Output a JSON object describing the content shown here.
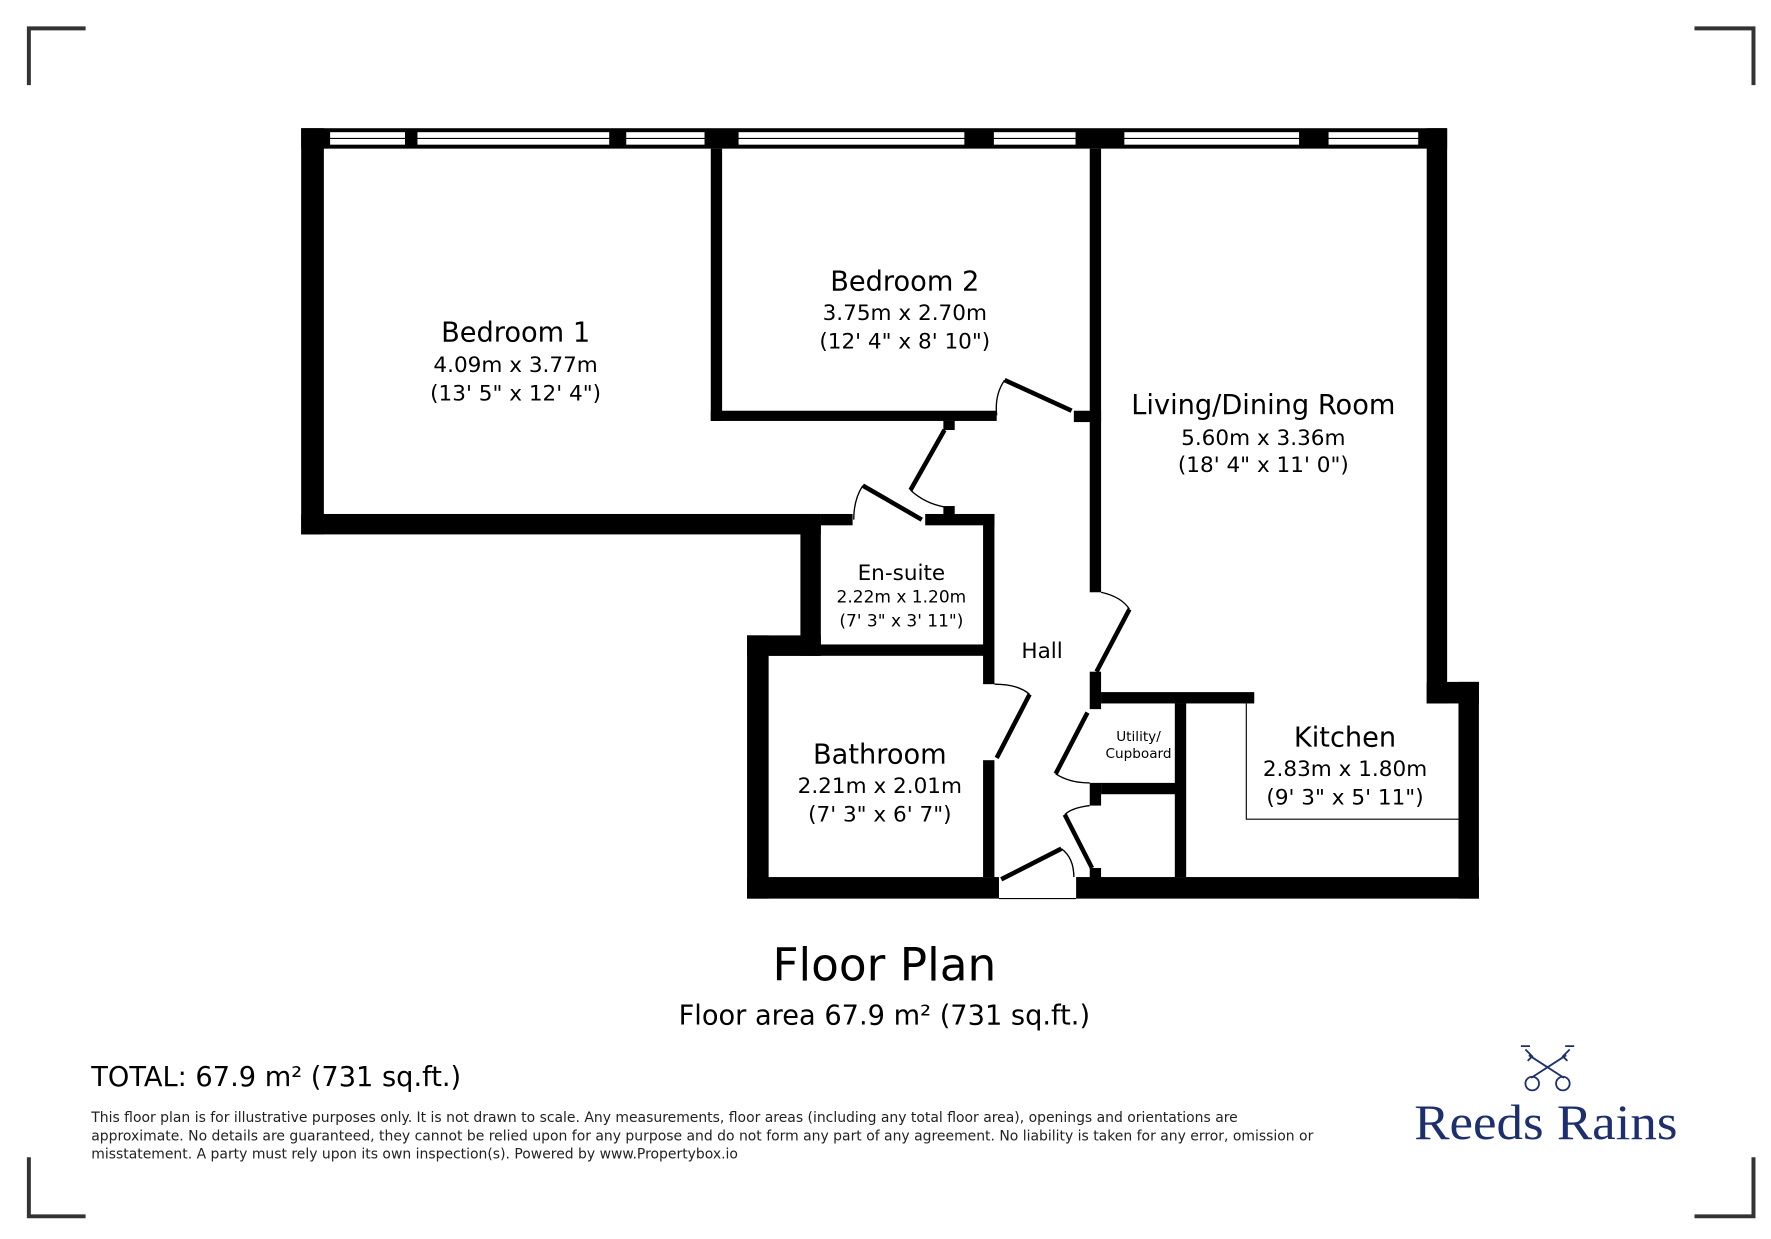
{
  "rooms": {
    "bedroom1": {
      "name": "Bedroom 1",
      "metric": "4.09m x 3.77m",
      "imperial": "(13' 5\" x 12' 4\")"
    },
    "bedroom2": {
      "name": "Bedroom 2",
      "metric": "3.75m x 2.70m",
      "imperial": "(12' 4\" x 8' 10\")"
    },
    "living": {
      "name": "Living/Dining Room",
      "metric": "5.60m x 3.36m",
      "imperial": "(18' 4\" x 11' 0\")"
    },
    "ensuite": {
      "name": "En-suite",
      "metric": "2.22m x 1.20m",
      "imperial": "(7' 3\" x 3' 11\")"
    },
    "hall": {
      "name": "Hall"
    },
    "bathroom": {
      "name": "Bathroom",
      "metric": "2.21m x 2.01m",
      "imperial": "(7' 3\" x 6' 7\")"
    },
    "kitchen": {
      "name": "Kitchen",
      "metric": "2.83m x 1.80m",
      "imperial": "(9' 3\" x 5' 11\")"
    },
    "utility": {
      "line1": "Utility/",
      "line2": "Cupboard"
    }
  },
  "title": "Floor Plan",
  "floor_area": "Floor area 67.9 m² (731 sq.ft.)",
  "total": "TOTAL: 67.9 m² (731 sq.ft.)",
  "disclaimer": [
    "This floor plan is for illustrative purposes only. It is not drawn to scale. Any measurements, floor areas (including any total floor area), openings and orientations are",
    "approximate. No details are guaranteed, they cannot be relied upon for any purpose and do not form any part of any agreement. No liability is taken for any error, omission or",
    "misstatement. A party must rely upon its own inspection(s). Powered by www.Propertybox.io"
  ],
  "logo": {
    "text": "Reeds Rains",
    "icon": "crossed-keys-icon",
    "color": "#1e2f6e"
  }
}
